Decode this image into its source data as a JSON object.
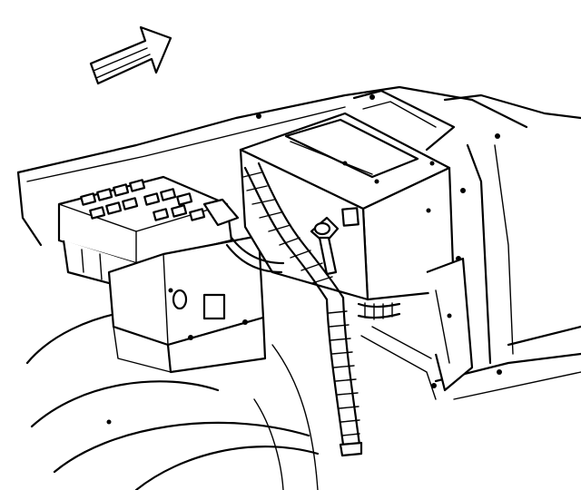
{
  "diagram": {
    "parts": [
      {
        "name": "direction-arrow"
      },
      {
        "name": "fuse-relay-block"
      },
      {
        "name": "battery"
      },
      {
        "name": "battery-terminal"
      },
      {
        "name": "battery-cable-harness"
      },
      {
        "name": "battery-tray"
      },
      {
        "name": "mounting-bracket"
      },
      {
        "name": "wheelhouse"
      },
      {
        "name": "body-panel"
      }
    ],
    "colors": {
      "line": "#000000",
      "background": "#ffffff"
    }
  }
}
